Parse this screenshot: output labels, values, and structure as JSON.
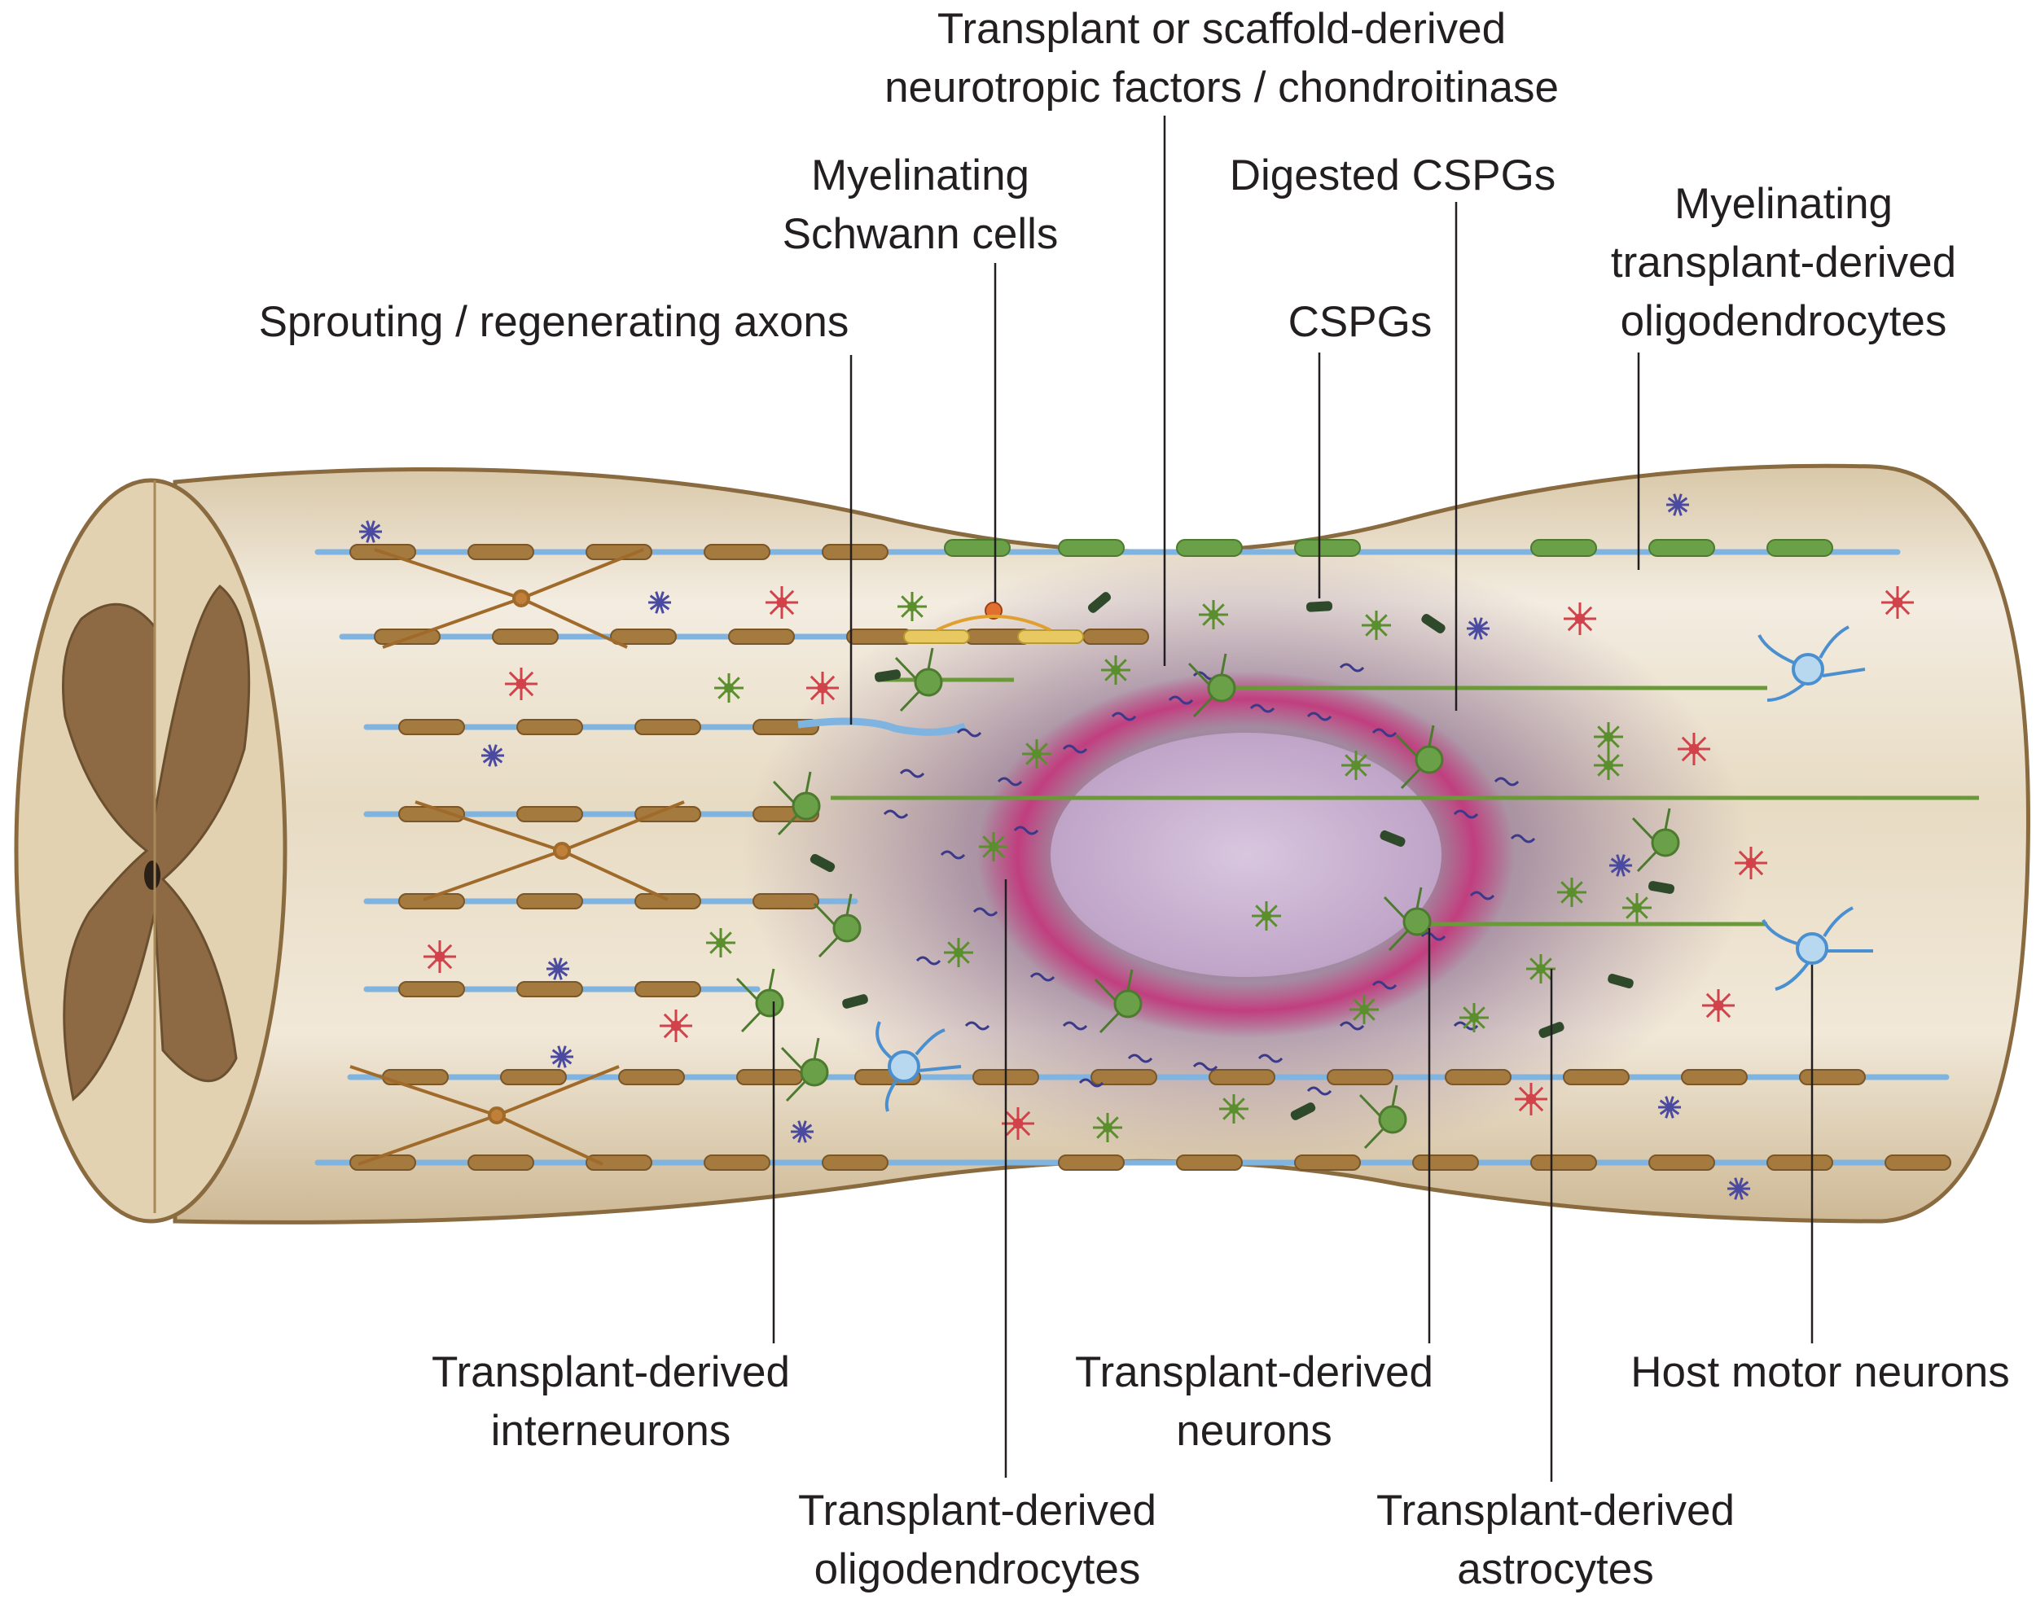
{
  "labels": {
    "neurotropic": {
      "line1": "Transplant or scaffold-derived",
      "line2": "neurotropic factors / chondroitinase"
    },
    "schwann": {
      "line1": "Myelinating",
      "line2": "Schwann cells"
    },
    "digested_cspgs": {
      "line1": "Digested CSPGs"
    },
    "myelinating_oligo": {
      "line1": "Myelinating",
      "line2": "transplant-derived",
      "line3": "oligodendrocytes"
    },
    "sprouting": {
      "line1": "Sprouting / regenerating axons"
    },
    "cspgs": {
      "line1": "CSPGs"
    },
    "interneurons": {
      "line1": "Transplant-derived",
      "line2": "interneurons"
    },
    "neurons": {
      "line1": "Transplant-derived",
      "line2": "neurons"
    },
    "motor": {
      "line1": "Host motor neurons"
    },
    "oligodendrocytes": {
      "line1": "Transplant-derived",
      "line2": "oligodendrocytes"
    },
    "astrocytes": {
      "line1": "Transplant-derived",
      "line2": "astrocytes"
    }
  },
  "colors": {
    "tissue": "#e6d8bb",
    "tissue_outline": "#8a6a3f",
    "grey_matter": "#8d6a43",
    "axon": "#7fb3e0",
    "myelin": "#a57a3e",
    "transplant_green": "#5b8f2e",
    "lesion_core": "#c9b2d0",
    "lesion_ring": "#c23a7d",
    "cspg": "#3b3a8a",
    "astrocyte_host": "#d1424a",
    "microglia": "#4a4aa0",
    "host_neuron": "#4a8fd0"
  }
}
